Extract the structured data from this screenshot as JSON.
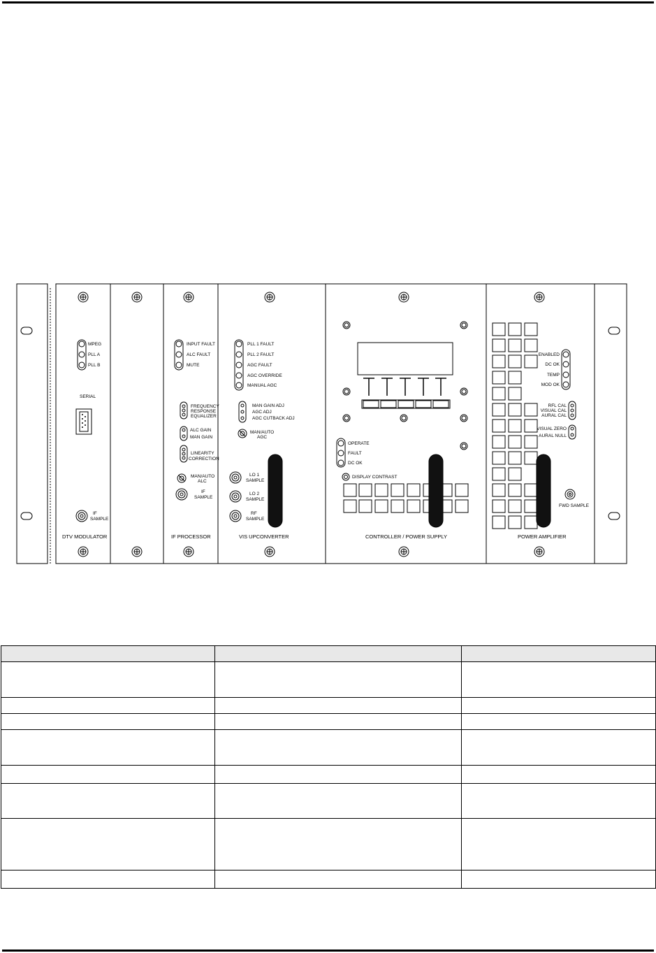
{
  "diagram": {
    "modules": {
      "dtv_modulator": {
        "title": "DTV MODULATOR",
        "leds": [
          "MPEG",
          "PLL A",
          "PLL B"
        ],
        "serial": "SERIAL",
        "if_sample": [
          "IF",
          "SAMPLE"
        ]
      },
      "if_processor": {
        "title": "IF PROCESSOR",
        "leds": [
          "INPUT FAULT",
          "ALC FAULT",
          "MUTE"
        ],
        "freq_eq": [
          "FREQUENCY",
          "RESPONSE",
          "EQUALIZER"
        ],
        "alc_gain": "ALC GAIN",
        "man_gain": "MAN GAIN",
        "linearity": [
          "LINEARITY",
          "CORRECTION"
        ],
        "man_auto_alc": [
          "MAN/AUTO",
          "ALC"
        ],
        "if_sample": [
          "IF",
          "SAMPLE"
        ]
      },
      "vis_upconverter": {
        "title": "VIS UPCONVERTER",
        "leds": [
          "PLL 1 FAULT",
          "PLL 2 FAULT",
          "AGC FAULT",
          "AGC OVERRIDE",
          "MANUAL AGC"
        ],
        "adjs": [
          "MAN GAIN ADJ",
          "AGC ADJ",
          "AGC CUTBACK ADJ"
        ],
        "man_auto_agc": [
          "MAN/AUTO",
          "AGC"
        ],
        "samples": [
          [
            "LO 1",
            "SAMPLE"
          ],
          [
            "LO 2",
            "SAMPLE"
          ],
          [
            "RF",
            "SAMPLE"
          ]
        ]
      },
      "controller": {
        "title": "CONTROLLER / POWER SUPPLY",
        "leds": [
          "OPERATE",
          "FAULT",
          "DC OK"
        ],
        "display_contrast": "DISPLAY CONTRAST"
      },
      "power_amp": {
        "title": "POWER AMPLIFIER",
        "status_leds": [
          "ENABLED",
          "DC OK",
          "TEMP",
          "MOD OK"
        ],
        "cal_labels": [
          "RFL CAL",
          "VISUAL CAL",
          "AURAL CAL"
        ],
        "zero_labels": [
          "VISUAL ZERO",
          "AURAL NULL"
        ],
        "fwd_sample": "FWD SAMPLE"
      }
    }
  },
  "table": {
    "rows": [
      [
        "",
        "",
        ""
      ],
      [
        "",
        "",
        ""
      ],
      [
        "",
        "",
        ""
      ],
      [
        "",
        "",
        ""
      ],
      [
        "",
        "",
        ""
      ],
      [
        "",
        "",
        ""
      ],
      [
        "",
        "",
        ""
      ],
      [
        "",
        "",
        ""
      ],
      [
        "",
        "",
        ""
      ]
    ]
  }
}
